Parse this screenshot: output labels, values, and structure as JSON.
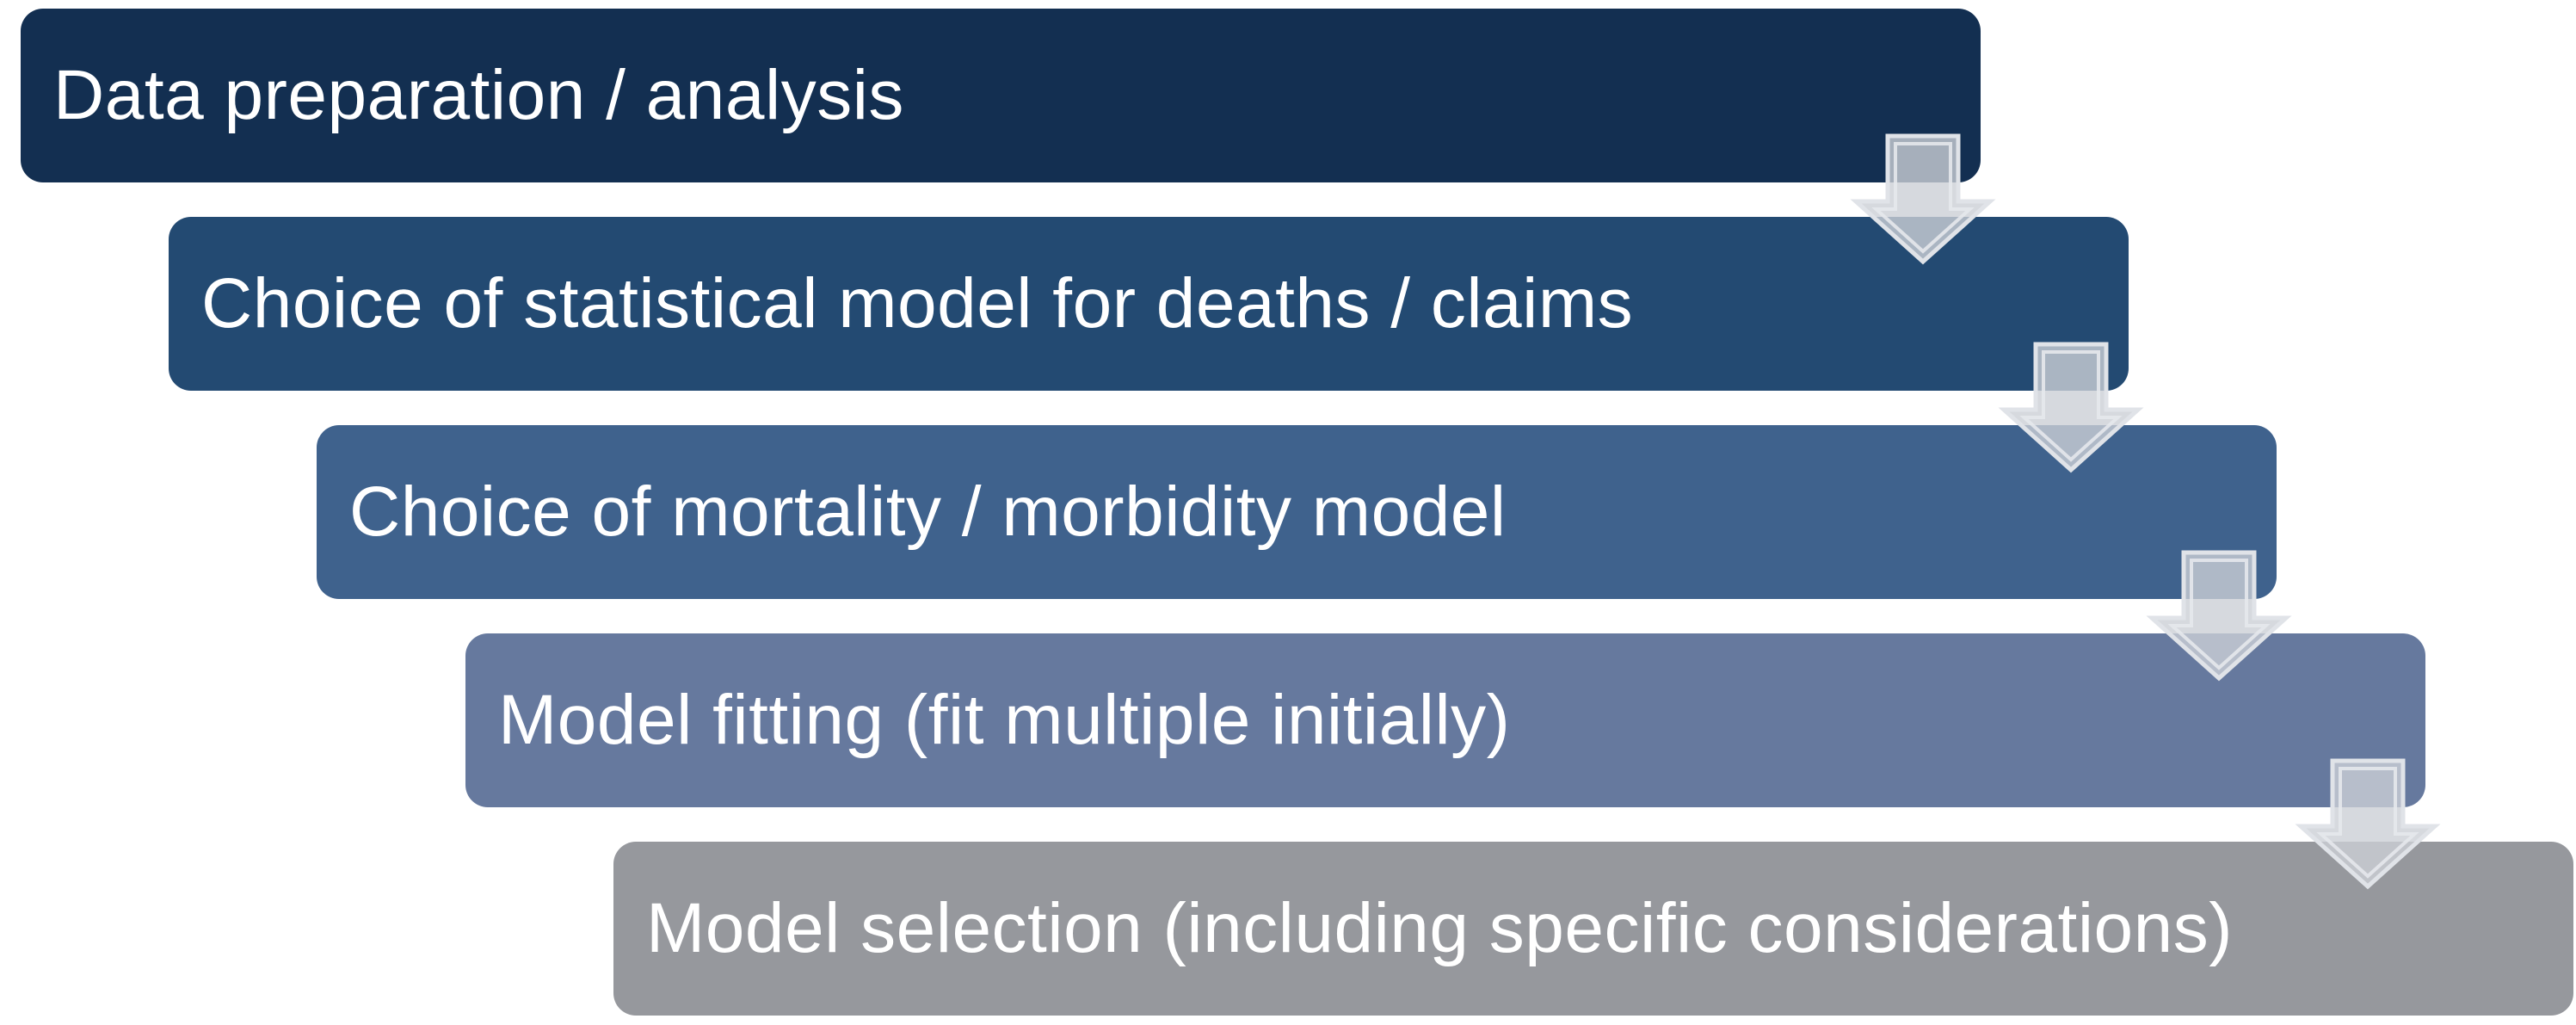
{
  "diagram": {
    "type": "process-flow-cascade",
    "background": "#FFFFFF",
    "text_color": "#FFFFFF",
    "direction": "top-to-bottom"
  },
  "steps": [
    {
      "label": "Data preparation / analysis",
      "color": "#132F51"
    },
    {
      "label": "Choice of statistical model for deaths / claims",
      "color": "#234A72"
    },
    {
      "label": "Choice of mortality / morbidity model",
      "color": "#3F628D"
    },
    {
      "label": "Model fitting (fit multiple initially)",
      "color": "#66799E"
    },
    {
      "label": "Model selection (including specific considerations)",
      "color": "#96989D"
    }
  ],
  "arrow": {
    "glyph": "down-arrow",
    "fill": "#CCCFD6",
    "fill_opacity": "0.8",
    "stroke": "#E0E3E8",
    "inner_stroke": "#E6E8EC",
    "count": 4
  }
}
